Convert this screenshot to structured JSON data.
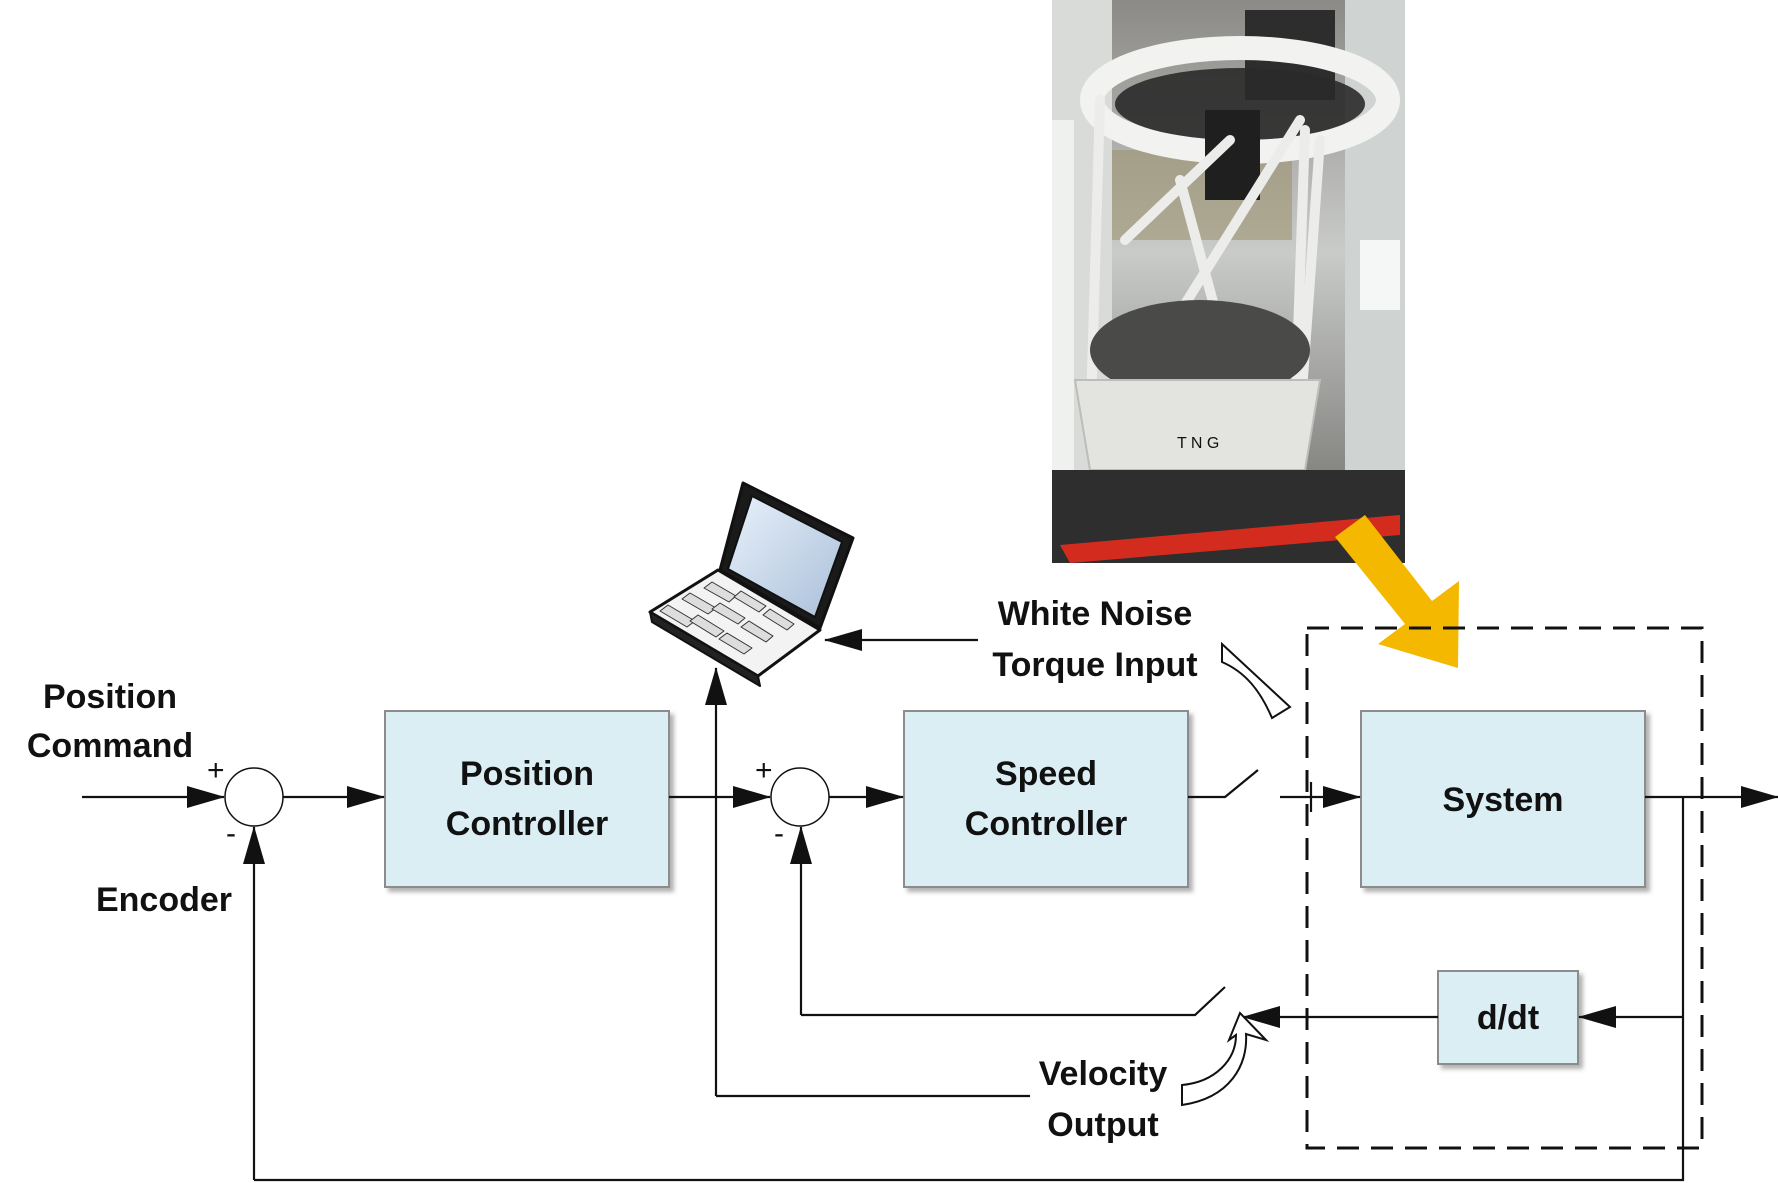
{
  "labels": {
    "position_command_line1": "Position",
    "position_command_line2": "Command",
    "encoder": "Encoder",
    "white_noise_line1": "White Noise",
    "white_noise_line2": "Torque Input",
    "velocity_output_line1": "Velocity",
    "velocity_output_line2": "Output"
  },
  "blocks": {
    "position_controller_line1": "Position",
    "position_controller_line2": "Controller",
    "speed_controller_line1": "Speed",
    "speed_controller_line2": "Controller",
    "system": "System",
    "derivative": "d/dt"
  },
  "signs": {
    "sum1_plus": "+",
    "sum1_minus": "-",
    "sum2_plus": "+",
    "sum2_minus": "-"
  },
  "photo": {
    "telescope_marking": "T N G"
  },
  "colors": {
    "block_fill": "#dbeef4",
    "block_stroke": "#8c8c8c",
    "highlight_arrow": "#f5b800",
    "line": "#111111"
  },
  "icons": [
    "laptop-icon",
    "telescope-photo",
    "curved-arrow-icon"
  ]
}
